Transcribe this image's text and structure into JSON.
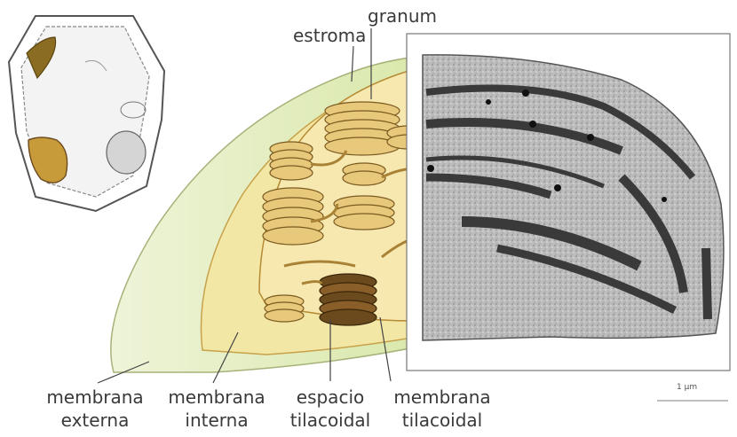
{
  "labels": {
    "granum": "granum",
    "estroma": "estroma",
    "membrana_externa_l1": "membrana",
    "membrana_externa_l2": "externa",
    "membrana_interna_l1": "membrana",
    "membrana_interna_l2": "interna",
    "espacio_tilacoidal_l1": "espacio",
    "espacio_tilacoidal_l2": "tilacoidal",
    "membrana_tilacoidal_l1": "membrana",
    "membrana_tilacoidal_l2": "tilacoidal"
  },
  "scale_bar": "1 μm",
  "colors": {
    "outer_membrane": "#e6efc8",
    "inner_membrane": "#f3e7a6",
    "stroma": "#f6e6a4",
    "granum_fill": "#e8c87a",
    "granum_dark": "#6b4a1e",
    "micrograph_bg": "#bdbdbd",
    "cell_fill": "#8a6c22"
  }
}
